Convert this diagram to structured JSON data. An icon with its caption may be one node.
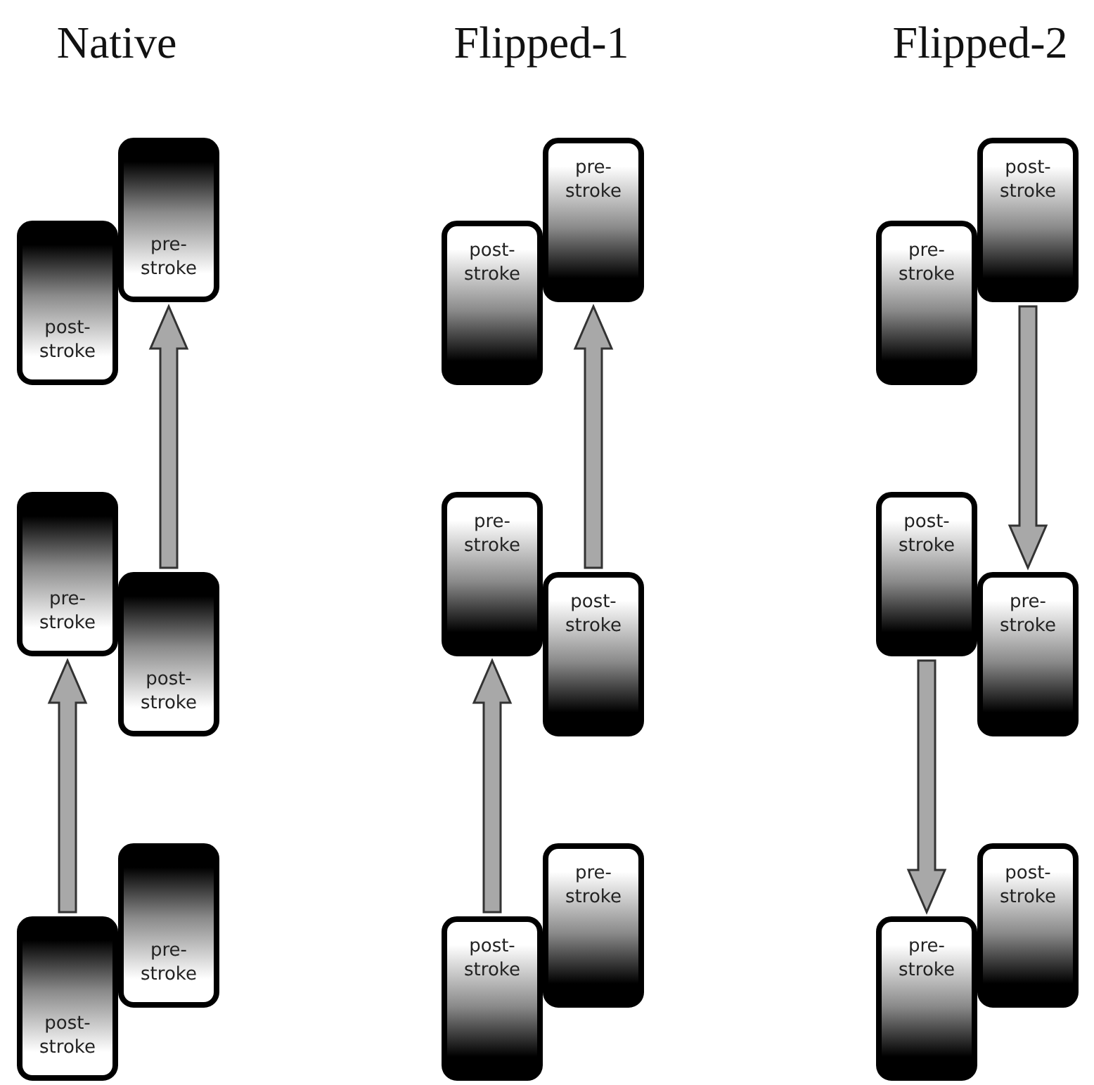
{
  "diagram": {
    "nodes": [
      {
        "text": [
          "post- stroke"
        ]
      },
      {
        "text": [
          "pre- stroke"
        ]
      },
      {
        "text": [
          "pre- stroke"
        ]
      },
      {
        "text": [
          "post- stroke"
        ]
      },
      {
        "text": [
          "post- stroke"
        ]
      },
      {
        "text": [
          "pre- stroke"
        ]
      },
      {
        "text": [
          "post- stroke"
        ]
      },
      {
        "text": [
          "pre- stroke"
        ]
      },
      {
        "text": [
          "pre- stroke"
        ]
      },
      {
        "text": [
          "post- stroke"
        ]
      },
      {
        "text": [
          "post- stroke"
        ]
      },
      {
        "text": [
          "pre- stroke"
        ]
      },
      {
        "text": [
          "pre- stroke"
        ]
      },
      {
        "text": [
          "post- stroke"
        ]
      },
      {
        "text": [
          "post- stroke"
        ]
      },
      {
        "text": [
          "pre- stroke"
        ]
      },
      {
        "text": [
          "pre- stroke"
        ]
      },
      {
        "text": [
          "post- stroke"
        ]
      }
    ],
    "edges": [
      {
        "from": 4,
        "to": 2,
        "arrow": "to"
      },
      {
        "from": 3,
        "to": 1,
        "arrow": "to"
      },
      {
        "from": 10,
        "to": 8,
        "arrow": "to"
      },
      {
        "from": 9,
        "to": 7,
        "arrow": "to"
      },
      {
        "from": 13,
        "to": 15,
        "arrow": "to"
      },
      {
        "from": 14,
        "to": 16,
        "arrow": "to"
      }
    ],
    "labels": [
      "Native",
      "Flipped-1",
      "Flipped-2"
    ]
  }
}
